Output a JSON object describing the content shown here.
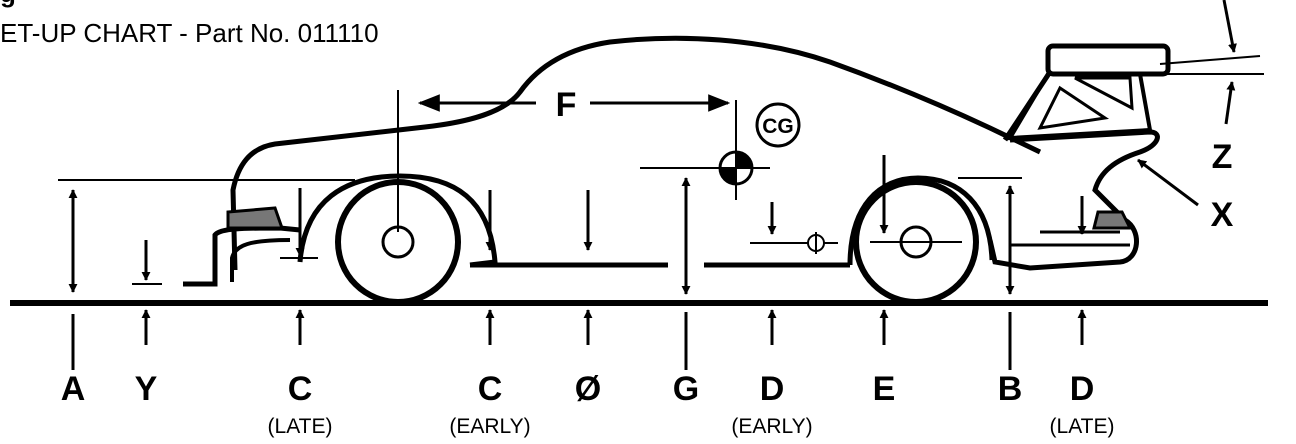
{
  "header": {
    "top_partial": "g",
    "subtitle": "ET-UP CHART - Part No. 011110"
  },
  "callouts": {
    "F": "F",
    "CG": "CG",
    "Z": "Z",
    "X": "X"
  },
  "bottom_labels": [
    {
      "letter": "A",
      "sub": ""
    },
    {
      "letter": "Y",
      "sub": ""
    },
    {
      "letter": "C",
      "sub": "(LATE)"
    },
    {
      "letter": "C",
      "sub": "(EARLY)"
    },
    {
      "letter": "Ø",
      "sub": ""
    },
    {
      "letter": "G",
      "sub": ""
    },
    {
      "letter": "D",
      "sub": "(EARLY)"
    },
    {
      "letter": "E",
      "sub": ""
    },
    {
      "letter": "B",
      "sub": ""
    },
    {
      "letter": "D",
      "sub": "(LATE)"
    }
  ],
  "colors": {
    "line": "#000000",
    "panel": "#777777",
    "background": "#ffffff"
  }
}
